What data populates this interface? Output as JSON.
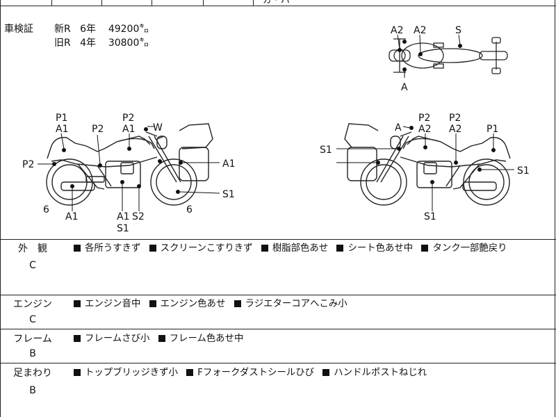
{
  "top_partial": "ガ・パ",
  "registration": {
    "label": "車検証",
    "rows": [
      {
        "kind": "新R",
        "years": "6年",
        "km": "49200㌔"
      },
      {
        "kind": "旧R",
        "years": "4年",
        "km": "30800㌔"
      }
    ]
  },
  "diagram_labels": {
    "top_view": [
      "A2",
      "A2",
      "S",
      "A"
    ],
    "left_view": [
      "P1",
      "A1",
      "P2",
      "P2",
      "A1",
      "W",
      "P2",
      "A1",
      "6",
      "A1",
      "A1",
      "S2",
      "S1",
      "S1",
      "6"
    ],
    "right_view": [
      "A",
      "P2",
      "A2",
      "P2",
      "A2",
      "P1",
      "S1",
      "S1",
      "S1"
    ]
  },
  "sections": [
    {
      "label": "外　観",
      "grade": "C",
      "items": [
        "各所うすきず",
        "スクリーンこすりきず",
        "樹脂部色あせ",
        "シート色あせ中",
        "タンク一部艶戻り"
      ]
    },
    {
      "label": "エンジン",
      "grade": "C",
      "items": [
        "エンジン音中",
        "エンジン色あせ",
        "ラジエターコアへこみ小"
      ]
    },
    {
      "label": "フレーム",
      "grade": "B",
      "items": [
        "フレームさび小",
        "フレーム色あせ中"
      ]
    },
    {
      "label": "足まわり",
      "grade": "B",
      "items": [
        "トップブリッジきず小",
        "Fフォークダストシールひび",
        "ハンドルポストねじれ"
      ]
    }
  ]
}
